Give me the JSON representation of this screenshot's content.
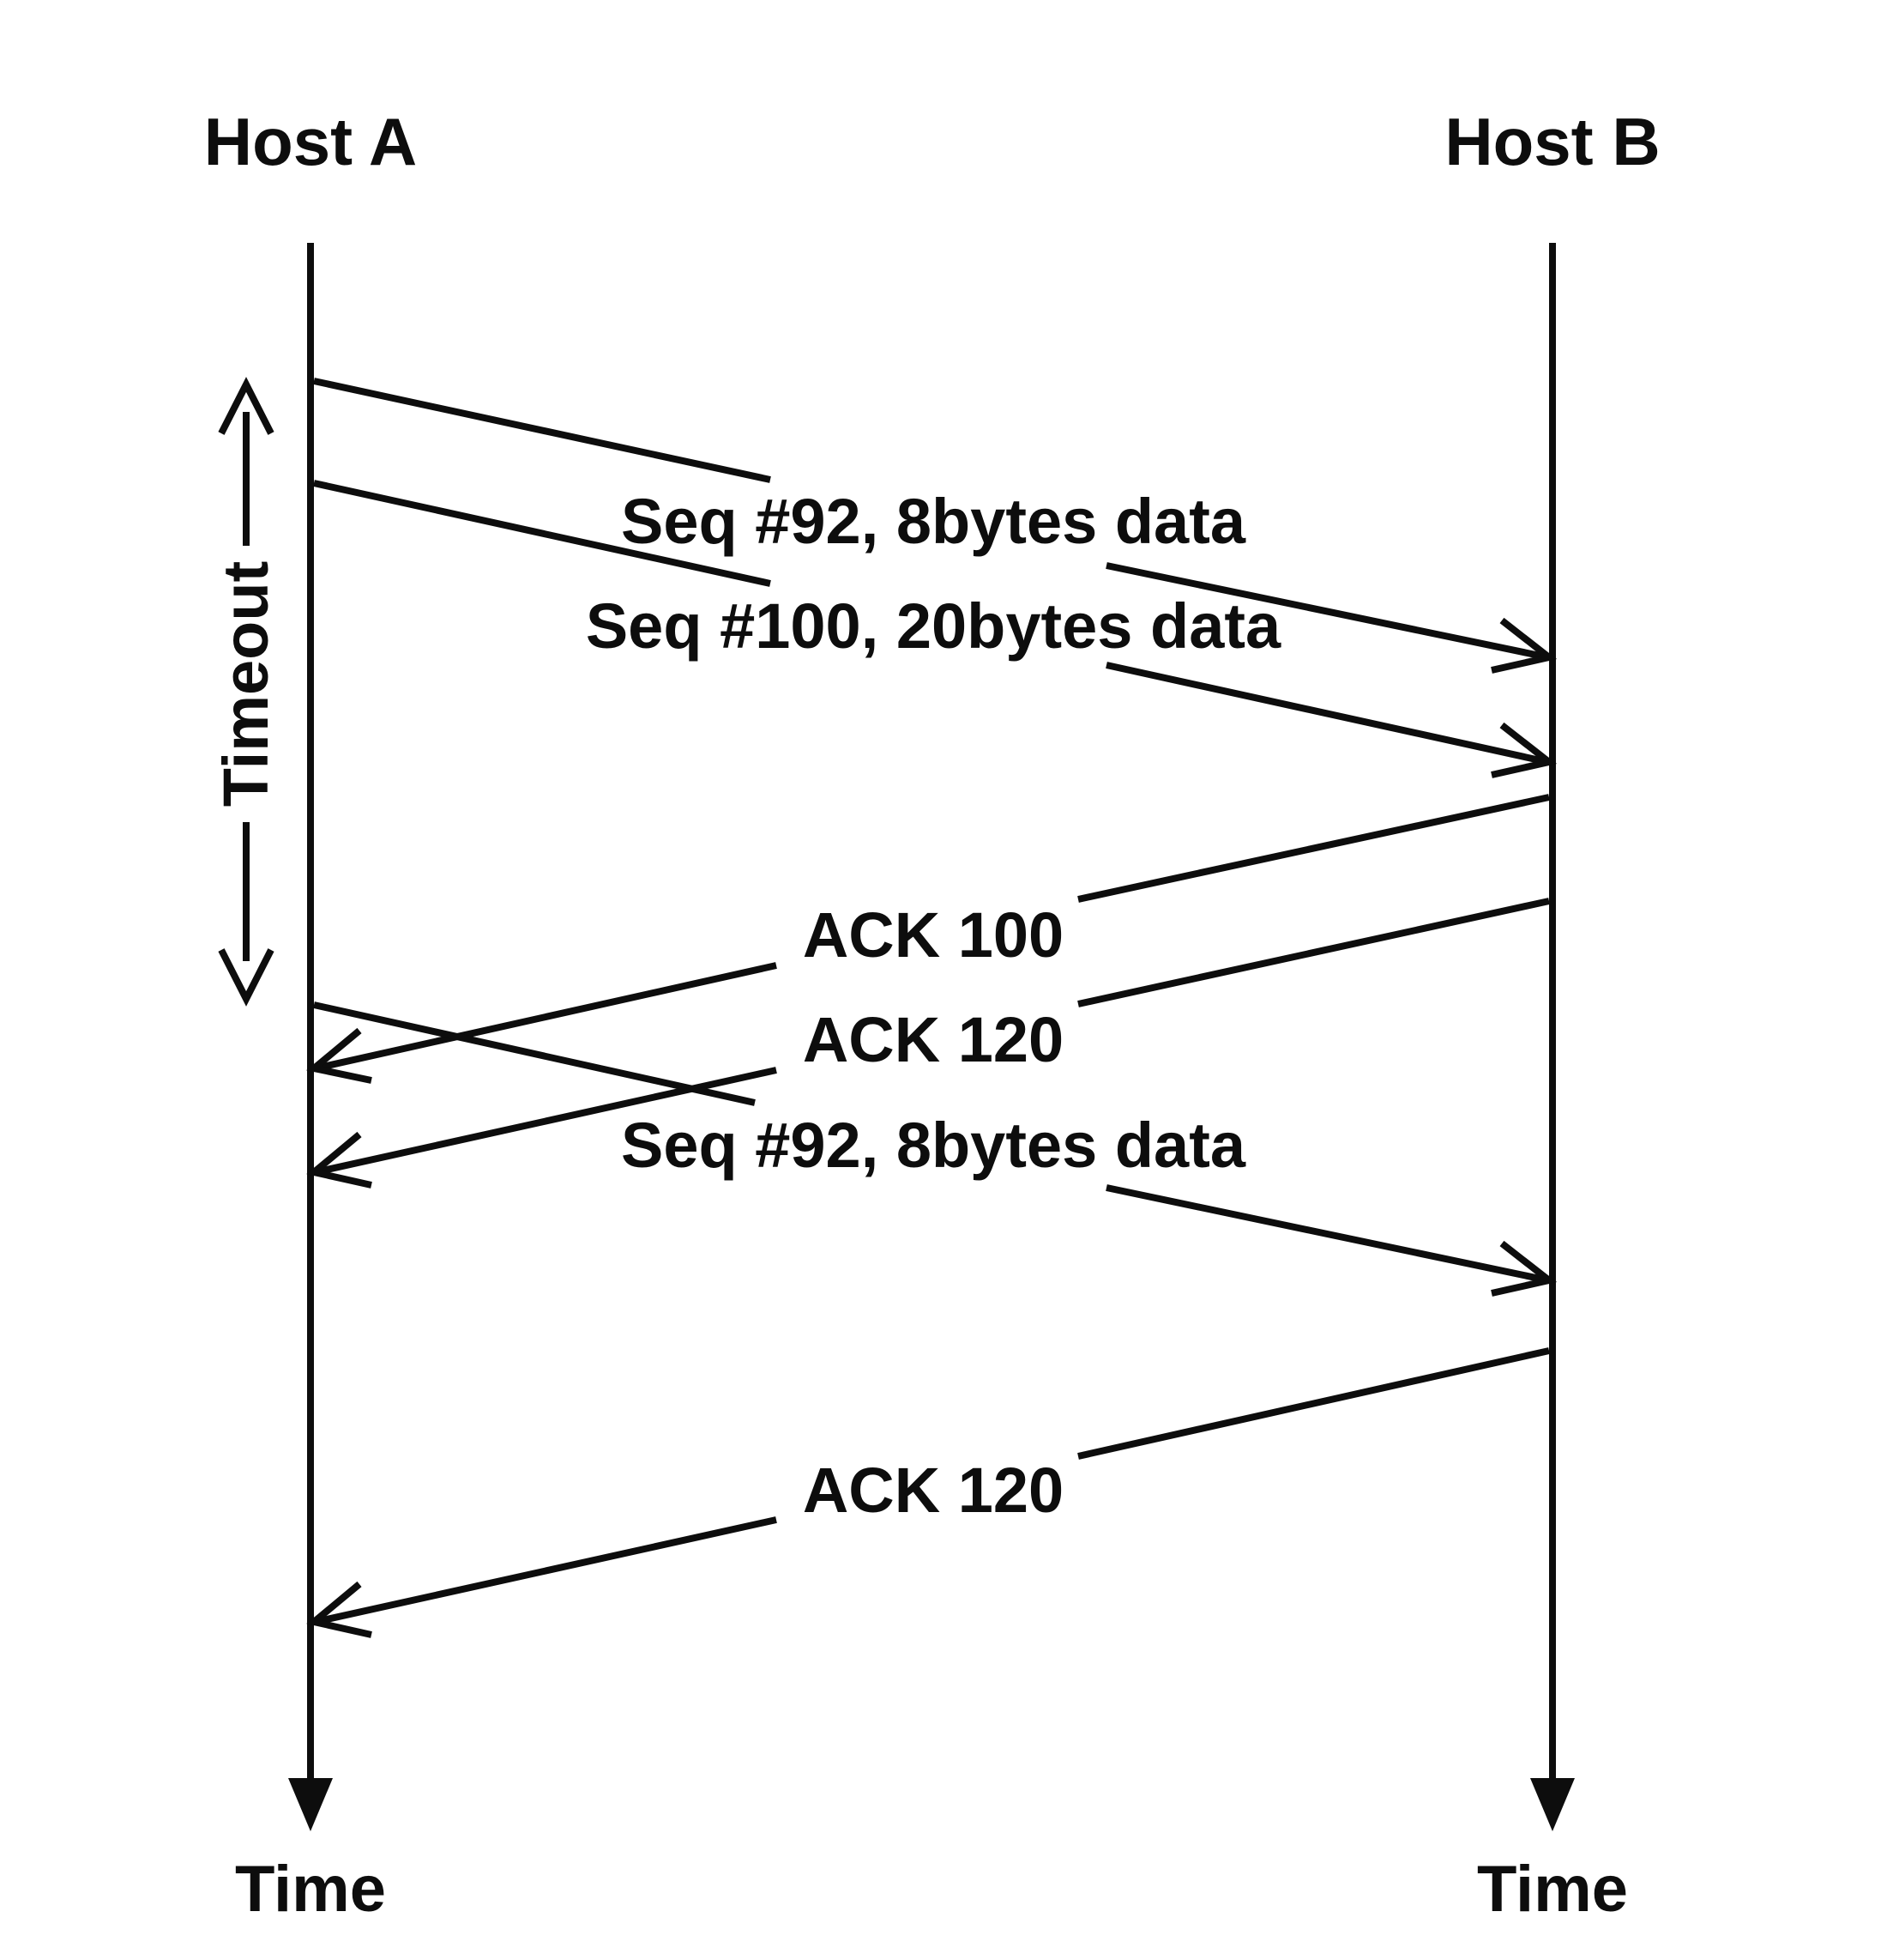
{
  "hosts": {
    "a": {
      "label": "Host A",
      "time_label": "Time"
    },
    "b": {
      "label": "Host B",
      "time_label": "Time"
    }
  },
  "timeout": {
    "label": "Timeout"
  },
  "messages": [
    {
      "from": "a",
      "to": "b",
      "label": "Seq #92, 8bytes data"
    },
    {
      "from": "a",
      "to": "b",
      "label": "Seq #100, 20bytes data"
    },
    {
      "from": "b",
      "to": "a",
      "label": "ACK 100"
    },
    {
      "from": "b",
      "to": "a",
      "label": "ACK 120"
    },
    {
      "from": "a",
      "to": "b",
      "label": "Seq #92, 8bytes data"
    },
    {
      "from": "b",
      "to": "a",
      "label": "ACK 120"
    }
  ]
}
